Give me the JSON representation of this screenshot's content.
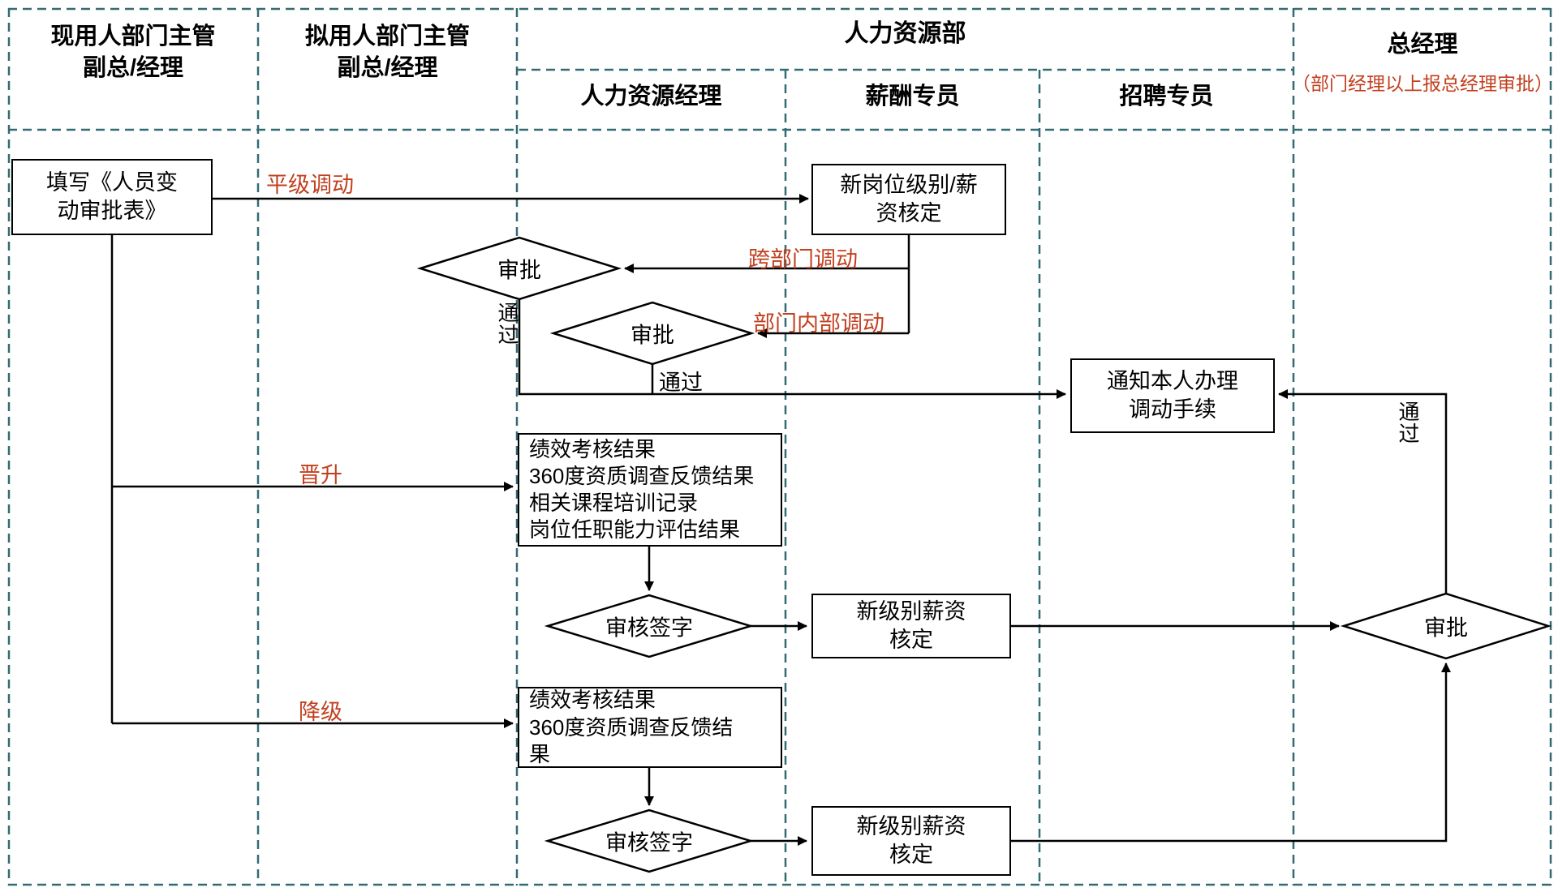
{
  "colors": {
    "lane_border": "#336b72",
    "accent_label": "#c2401f",
    "shape_border": "#000000",
    "background": "#ffffff"
  },
  "lanes": {
    "lane1_title": "现用人部门主管\n副总/经理",
    "lane2_title": "拟用人部门主管\n副总/经理",
    "hr_title": "人力资源部",
    "hr_sub1": "人力资源经理",
    "hr_sub2": "薪酬专员",
    "hr_sub3": "招聘专员",
    "gm_title": "总经理",
    "gm_note": "（部门经理以上报总经理审批）"
  },
  "nodes": {
    "fill_form": "填写《人员变\n动审批表》",
    "new_position_salary": "新岗位级别/薪\n资核定",
    "approve_cross_dept": "审批",
    "approve_intra_dept": "审批",
    "notify_person": "通知本人办理\n调动手续",
    "promotion_docs": "绩效考核结果\n360度资质调查反馈结果\n相关课程培训记录\n岗位任职能力评估结果",
    "review_sign_promotion": "审核签字",
    "new_level_salary_promotion": "新级别薪资\n核定",
    "gm_approve": "审批",
    "demotion_docs": "绩效考核结果\n360度资质调查反馈结\n果",
    "review_sign_demotion": "审核签字",
    "new_level_salary_demotion": "新级别薪资\n核定"
  },
  "edge_labels": {
    "lateral_transfer": "平级调动",
    "cross_dept_transfer": "跨部门调动",
    "intra_dept_transfer": "部门内部调动",
    "promotion": "晋升",
    "demotion": "降级",
    "pass_cross": "通过",
    "pass_intra": "通过",
    "pass_gm": "通过"
  }
}
